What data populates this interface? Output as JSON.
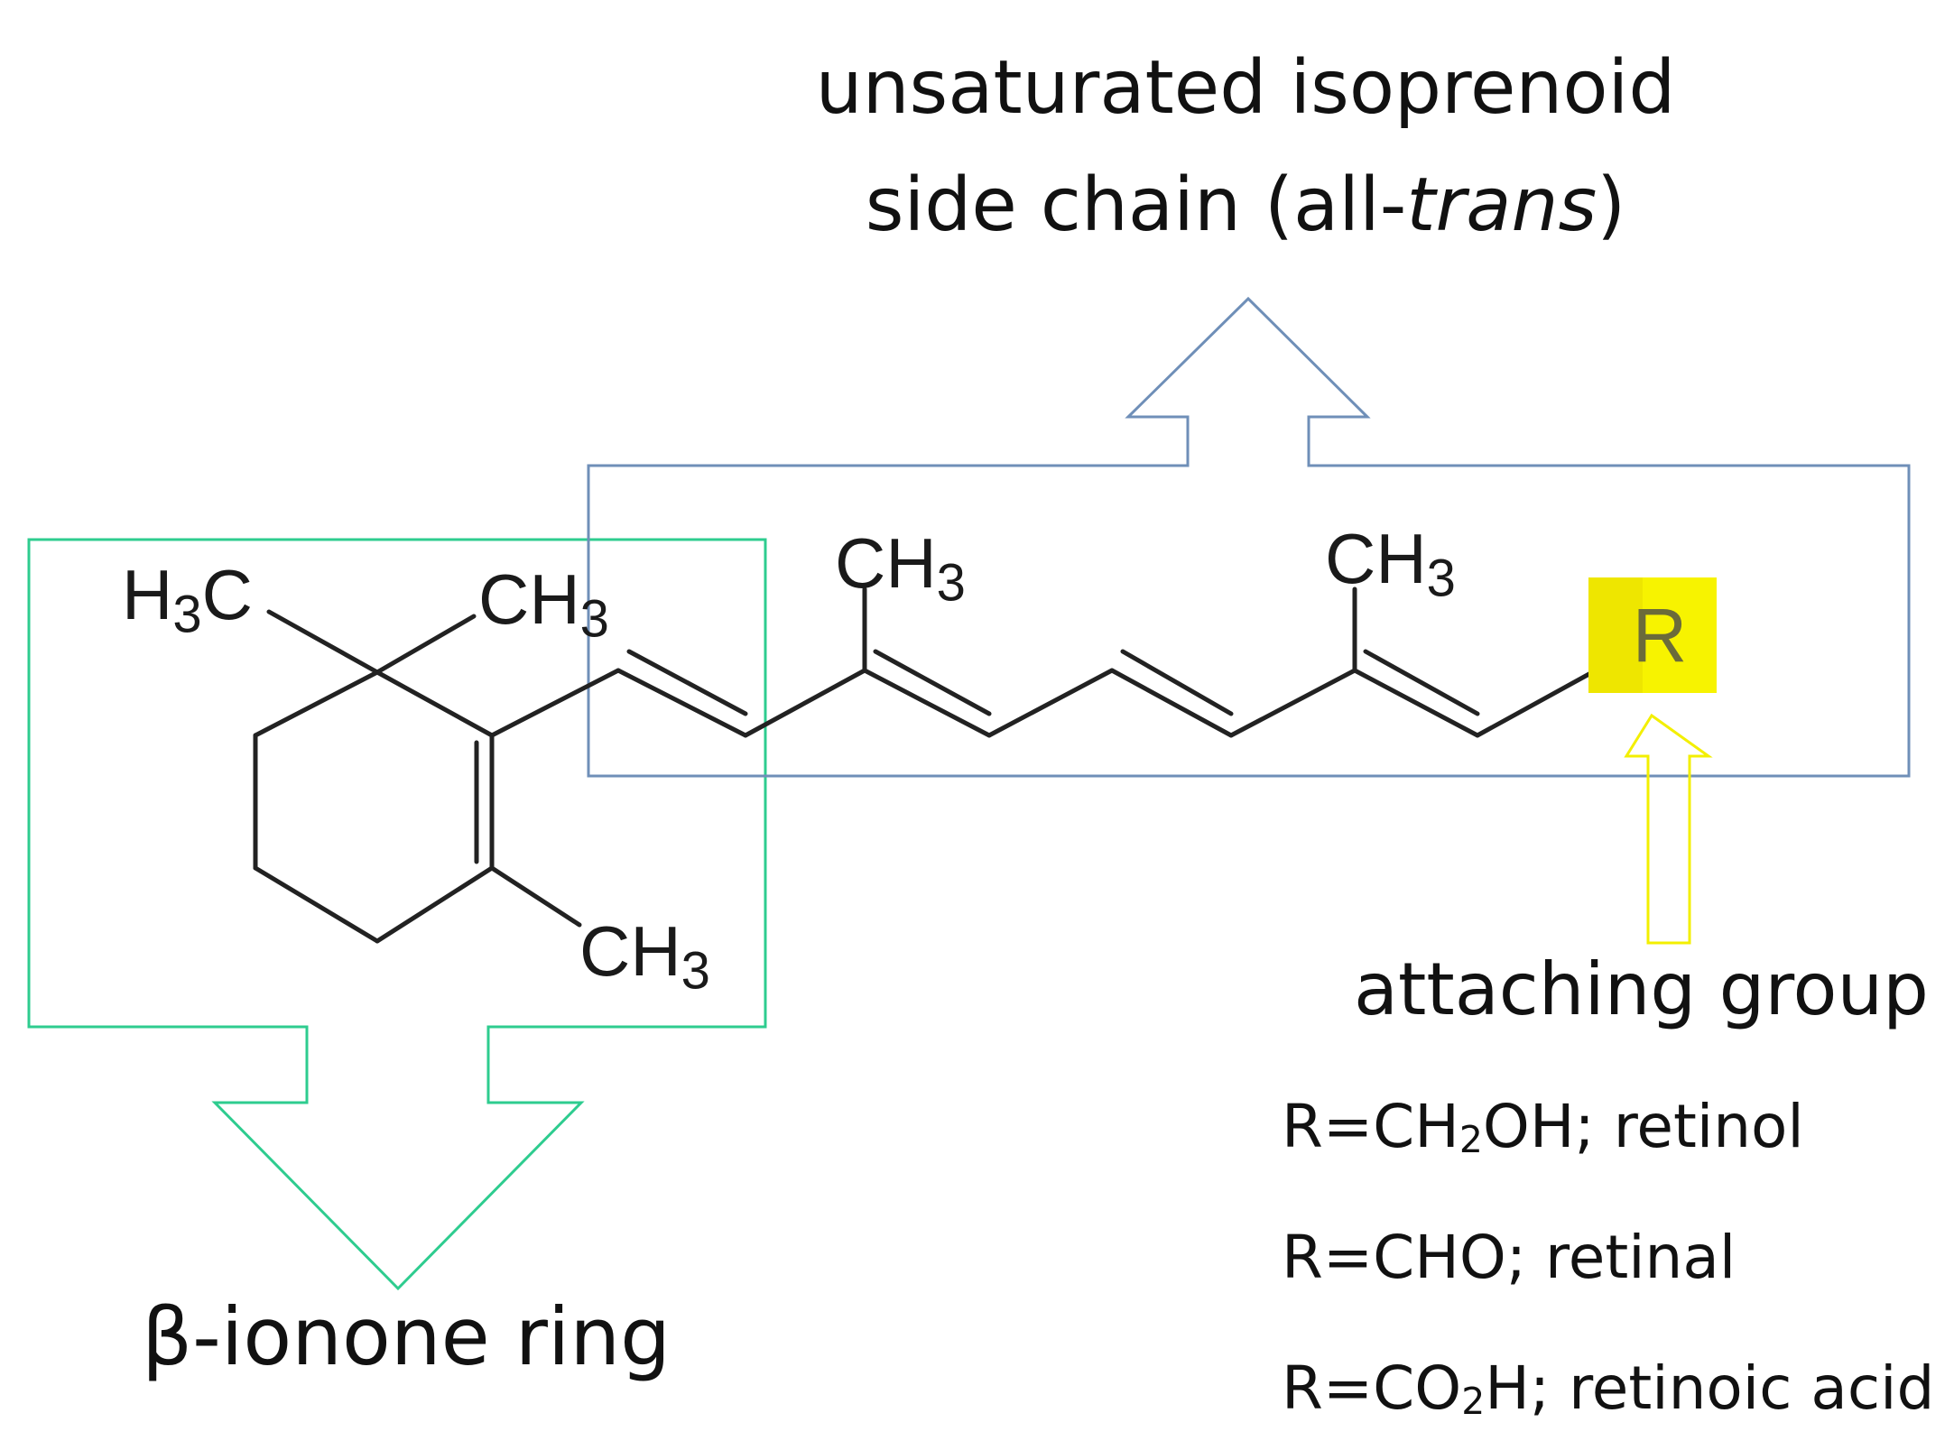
{
  "title": {
    "line1": "unsaturated isoprenoid",
    "line2_prefix": "side chain (all-",
    "line2_italic": "trans",
    "line2_suffix": ")"
  },
  "ring_label": "β-ionone ring",
  "attaching_label": "attaching group",
  "r_group": "R",
  "atoms": {
    "h3c": {
      "main": "H",
      "sub": "3",
      "tail": "C"
    },
    "ch3": {
      "main": "CH",
      "sub": "3"
    }
  },
  "equations": [
    {
      "prefix": "R=CH",
      "sub": "2",
      "suffix": "OH; retinol"
    },
    {
      "prefix": "R=CHO; retinal",
      "sub": "",
      "suffix": ""
    },
    {
      "prefix": "R=CO",
      "sub": "2",
      "suffix": "H; retinoic acid"
    }
  ],
  "colors": {
    "ring_box": "#2ecc8f",
    "chain_box": "#2f5597",
    "chain_arrow": "#6f8fb8",
    "attach_arrow": "#f3ef00",
    "highlight": "#f7f300",
    "bonds": "#222222"
  }
}
